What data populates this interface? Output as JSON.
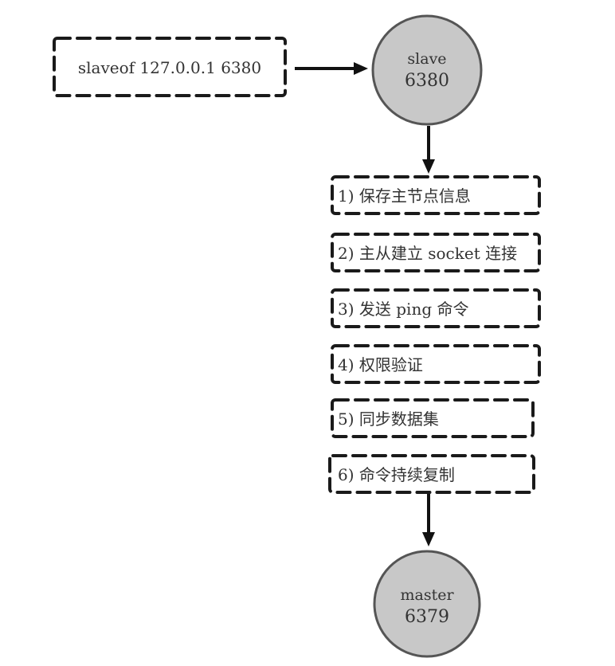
{
  "command_box": {
    "text": "slaveof 127.0.0.1 6380"
  },
  "slave_node": {
    "role": "slave",
    "port": "6380"
  },
  "master_node": {
    "role": "master",
    "port": "6379"
  },
  "steps": [
    {
      "label": "1) 保存主节点信息"
    },
    {
      "label": "2) 主从建立 socket 连接"
    },
    {
      "label": "3) 发送 ping 命令"
    },
    {
      "label": "4) 权限验证"
    },
    {
      "label": "5) 同步数据集"
    },
    {
      "label": "6) 命令持续复制"
    }
  ],
  "colors": {
    "node_fill": "#c8c8c8",
    "stroke": "#1a1a1a"
  }
}
